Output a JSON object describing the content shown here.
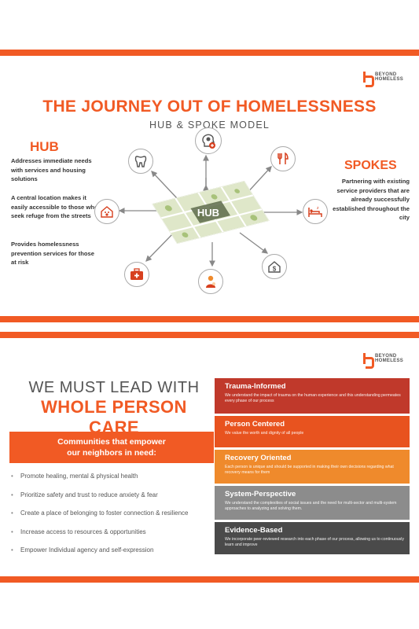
{
  "logo": {
    "line1": "BEYOND",
    "line2": "HOMELESS"
  },
  "slide1": {
    "title": "THE JOURNEY OUT OF HOMELESSNESS",
    "subtitle": "HUB & SPOKE MODEL",
    "hub": {
      "heading": "HUB",
      "paragraphs": [
        "Addresses immediate needs with services and housing solutions",
        "A central location makes it easily accessible to those who seek refuge from the streets",
        "Provides homelessness prevention services for those at risk"
      ],
      "map_label": "HUB"
    },
    "spokes": {
      "heading": "SPOKES",
      "text": "Partnering with existing service providers that are already successfully established throughout the city"
    },
    "icons": [
      "mental-health-icon",
      "dental-icon",
      "food-icon",
      "pet-care-icon",
      "shelter-bed-icon",
      "medical-kit-icon",
      "childcare-icon",
      "financial-house-icon"
    ],
    "colors": {
      "accent": "#f15a24",
      "icon_red": "#d7401f"
    }
  },
  "slide2": {
    "title_line1": "WE MUST LEAD WITH",
    "title_line2": "WHOLE PERSON CARE",
    "communities_line1": "Communities that empower",
    "communities_line2": "our neighbors in need:",
    "bullets": [
      "Promote healing, mental & physical health",
      "Prioritize safety and trust to reduce anxiety & fear",
      "Create a place of belonging to foster connection & resilience",
      "Increase access to resources & opportunities",
      "Empower Individual agency and self-expression"
    ],
    "values": [
      {
        "title": "Trauma-Informed",
        "desc": "We understand the impact of trauma on the human experience and this understanding permeates every phase of our process",
        "color": "#c0392b"
      },
      {
        "title": "Person Centered",
        "desc": "We value the worth and dignity of all people",
        "color": "#e8531f"
      },
      {
        "title": "Recovery Oriented",
        "desc": "Each person is unique and should be supported in making their own decisions regarding what recovery means for them",
        "color": "#ef8a2c"
      },
      {
        "title": "System-Perspective",
        "desc": "We understand the complexities of social issues and the need for multi-sector and multi-system approaches to analyzing and solving them.",
        "color": "#8c8c8c"
      },
      {
        "title": "Evidence-Based",
        "desc": "We incorporate peer-reviewed research into each phase of our process, allowing us to continuously learn and improve",
        "color": "#4a4a4a"
      }
    ]
  }
}
